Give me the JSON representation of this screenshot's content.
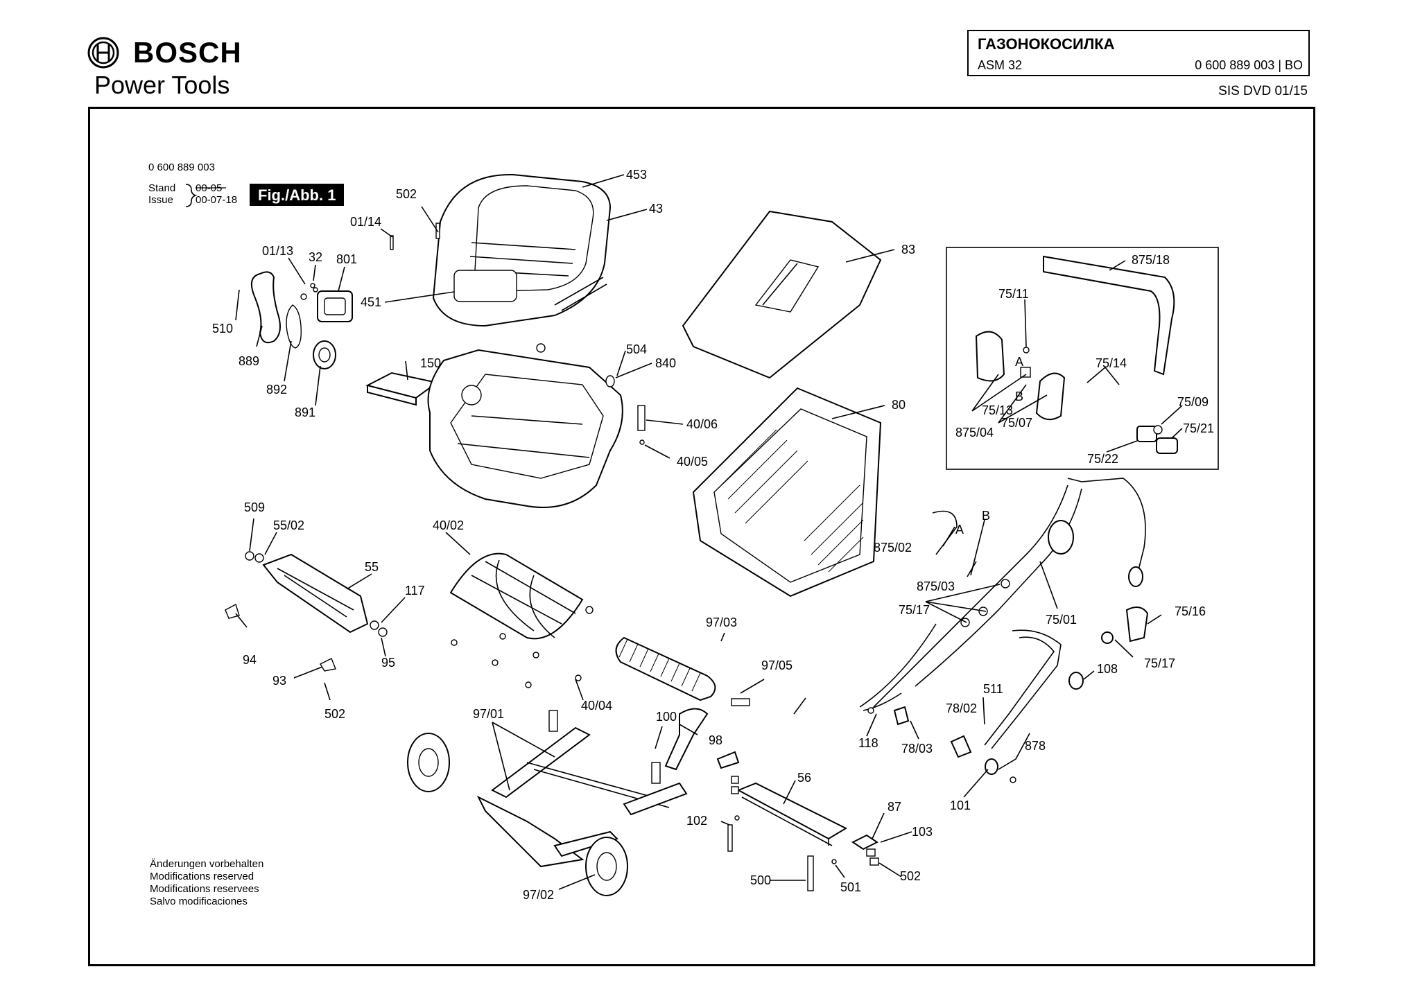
{
  "header": {
    "brand": "BOSCH",
    "product_line": "Power Tools",
    "product_name": "ГАЗОНОКОСИЛКА",
    "model": "ASM 32",
    "part_number": "0 600 889 003 | BO",
    "sis_code": "SIS DVD 01/15"
  },
  "drawing": {
    "doc_number": "0 600 889 003",
    "stand_label": "Stand",
    "issue_label": "Issue",
    "stand_value": "00-05",
    "issue_value": "00-07-18",
    "figure_label": "Fig./Abb. 1",
    "disclaimer": [
      "Änderungen vorbehalten",
      "Modifications reserved",
      "Modifications reservees",
      "Salvo modificaciones"
    ]
  },
  "callouts": {
    "c453": "453",
    "c43": "43",
    "c502a": "502",
    "c0114": "01/14",
    "c0113": "01/13",
    "c32": "32",
    "c801": "801",
    "c451": "451",
    "c510": "510",
    "c889": "889",
    "c892": "892",
    "c891": "891",
    "c150": "150",
    "c504": "504",
    "c840": "840",
    "c4006": "40/06",
    "c4005": "40/05",
    "c83": "83",
    "c80": "80",
    "c87518": "875/18",
    "c7511": "75/11",
    "c7514": "75/14",
    "c7509": "75/09",
    "c7521": "75/21",
    "c7522": "75/22",
    "c7513": "75/13",
    "c7507": "75/07",
    "c87504": "875/04",
    "cA1": "A",
    "cB1": "B",
    "cA2": "A",
    "cB2": "B",
    "c87502": "875/02",
    "c87503": "875/03",
    "c7517a": "75/17",
    "c7501": "75/01",
    "c7516": "75/16",
    "c7517b": "75/17",
    "c108": "108",
    "c509": "509",
    "c5502": "55/02",
    "c55": "55",
    "c117": "117",
    "c94": "94",
    "c95": "95",
    "c93": "93",
    "c502b": "502",
    "c4002": "40/02",
    "c9703": "97/03",
    "c9705": "97/05",
    "c4004": "40/04",
    "c9701": "97/01",
    "c100": "100",
    "c98": "98",
    "c511": "511",
    "c7802": "78/02",
    "c118": "118",
    "c7803": "78/03",
    "c878": "878",
    "c56": "56",
    "c101": "101",
    "c102": "102",
    "c87": "87",
    "c103": "103",
    "c500": "500",
    "c501": "501",
    "c502c": "502",
    "c9702": "97/02"
  }
}
